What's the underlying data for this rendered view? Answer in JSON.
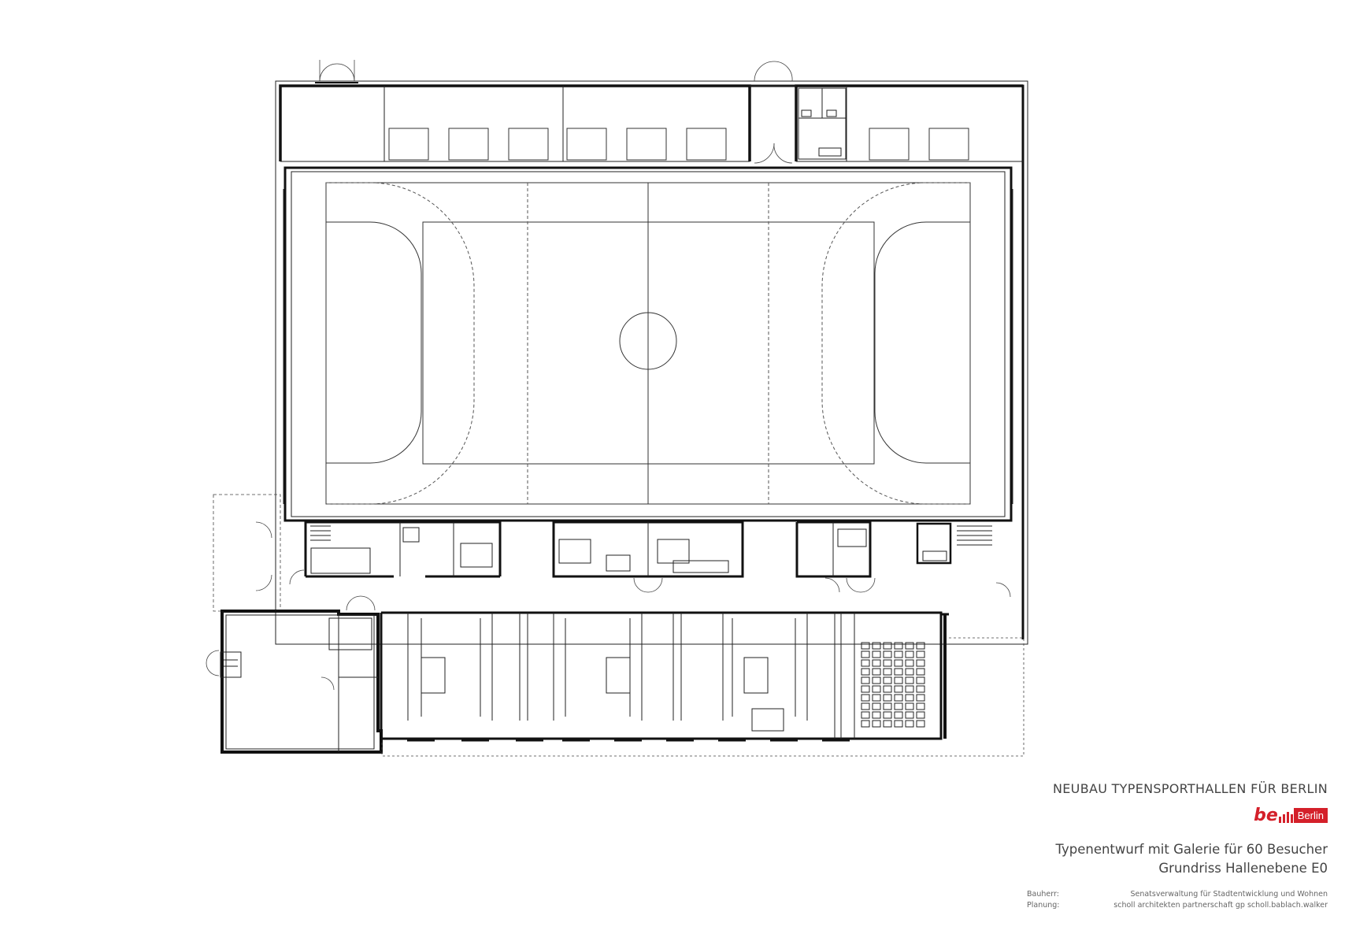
{
  "title_block": {
    "project_title": "NEUBAU TYPENSPORTHALLEN FÜR BERLIN",
    "logo": {
      "mark": "be",
      "box_text": "Berlin",
      "color": "#d4202a"
    },
    "subtitle_line1": "Typenentwurf mit Galerie für 60 Besucher",
    "subtitle_line2": "Grundriss Hallenebene E0",
    "meta": [
      {
        "label": "Bauherr:",
        "value": "Senatsverwaltung für Stadtentwicklung und Wohnen"
      },
      {
        "label": "Planung:",
        "value": "scholl architekten partnerschaft gp  scholl.bablach.walker"
      }
    ]
  },
  "plan": {
    "colors": {
      "walls": "#111111",
      "lines": "#333333",
      "background": "#ffffff"
    }
  }
}
